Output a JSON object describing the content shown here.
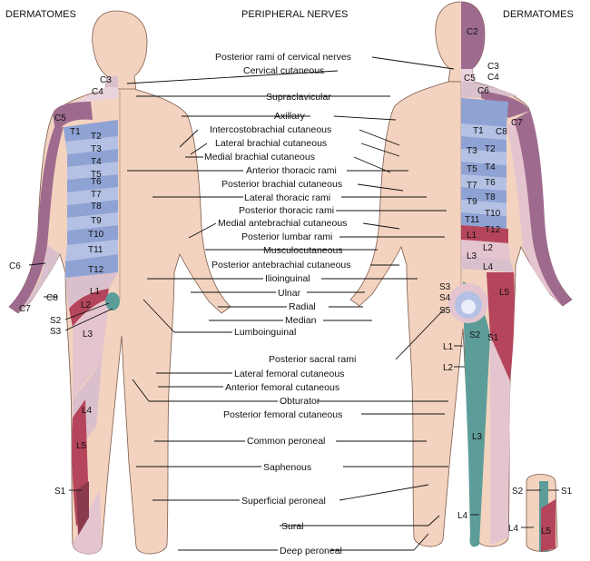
{
  "headers": {
    "dermatomes_left": "DERMATOMES",
    "peripheral_nerves": "PERIPHERAL NERVES",
    "dermatomes_right": "DERMATOMES"
  },
  "nerves": [
    "Posterior rami of cervical nerves",
    "Cervical cutaneous",
    "Supraclavicular",
    "Axillary",
    "Intercostobrachial cutaneous",
    "Lateral brachial cutaneous",
    "Medial brachial cutaneous",
    "Anterior thoracic rami",
    "Posterior brachial cutaneous",
    "Lateral thoracic rami",
    "Posterior thoracic rami",
    "Medial antebrachial cutaneous",
    "Posterior lumbar rami",
    "Musculocutaneous",
    "Posterior antebrachial cutaneous",
    "Ilioinguinal",
    "Ulnar",
    "Radial",
    "Median",
    "Lumboinguinal",
    "Posterior sacral rami",
    "Lateral femoral cutaneous",
    "Anterior femoral cutaneous",
    "Obturator",
    "Posterior femoral cutaneous",
    "Common peroneal",
    "Saphenous",
    "Superficial peroneal",
    "Sural",
    "Deep peroneal"
  ],
  "front_dermatomes": [
    "C3",
    "C4",
    "C5",
    "T1",
    "T2",
    "T3",
    "T4",
    "T5",
    "T6",
    "T7",
    "T8",
    "T9",
    "T10",
    "T11",
    "T12",
    "C6",
    "C8",
    "C7",
    "L1",
    "L2",
    "S2",
    "S3",
    "L3",
    "L4",
    "L5",
    "S1"
  ],
  "back_dermatomes": [
    "C2",
    "C3",
    "C4",
    "C5",
    "C6",
    "C7",
    "C8",
    "T1",
    "T2",
    "T3",
    "T4",
    "T5",
    "T6",
    "T7",
    "T8",
    "T9",
    "T10",
    "T11",
    "T12",
    "L1",
    "L2",
    "L3",
    "L4",
    "L5",
    "S3",
    "S4",
    "S5",
    "S2",
    "S1",
    "L1",
    "L2",
    "L3",
    "L4"
  ],
  "foot_dermatomes": [
    "S2",
    "S1",
    "L4",
    "L5"
  ],
  "colors": {
    "skin": "#f3d3bf",
    "dermatome_purple": "#9e6b8f",
    "dermatome_blue": "#8fa2d4",
    "dermatome_light": "#d9c0cc",
    "dermatome_red": "#b5455c",
    "dermatome_teal": "#5d9d99"
  }
}
